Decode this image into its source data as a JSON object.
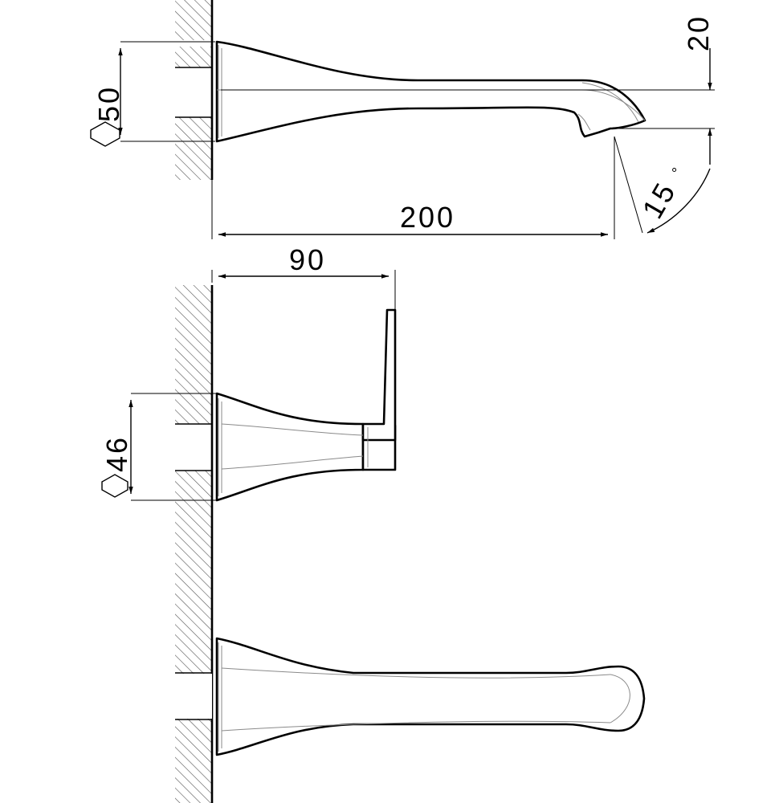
{
  "dimensions": {
    "spout_height": "50",
    "spout_offset": "20",
    "spout_length": "200",
    "spout_angle": "15",
    "degree_symbol": "°",
    "lever_length": "90",
    "lever_body_height": "46"
  },
  "symbols": {
    "hex_symbol_name": "hexagon-icon",
    "wall_hatch_name": "wall-hatch"
  },
  "colors": {
    "line": "#000000",
    "construction_line": "#8a8a8a",
    "background": "#ffffff"
  }
}
